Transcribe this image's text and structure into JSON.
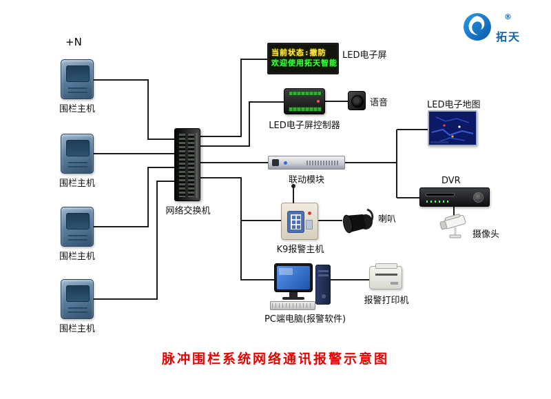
{
  "title": "脉冲围栏系统网络通讯报警示意图",
  "logo": {
    "brand": "拓天",
    "registered": "®"
  },
  "annotations": {
    "plus_n": "+N"
  },
  "nodes": {
    "fence_host": "围栏主机",
    "switch": "网络交换机",
    "led_screen": "LED电子屏",
    "led_controller": "LED电子屏控制器",
    "voice": "语音",
    "led_map": "LED电子地图",
    "linkage_module": "联动模块",
    "dvr": "DVR",
    "camera": "摄像头",
    "k9_host": "K9报警主机",
    "horn": "喇叭",
    "pc": "PC端电脑(报警软件)",
    "printer": "报警打印机"
  },
  "led_screen_display": {
    "line1": "当前状态:撤防",
    "line2": "欢迎使用拓天智能"
  },
  "colors": {
    "title_red": "#e60000",
    "wire_black": "#1a1a1a",
    "led_yellow": "#ffe93b",
    "led_green": "#3bff3b",
    "brand_blue": "#1261ad"
  }
}
